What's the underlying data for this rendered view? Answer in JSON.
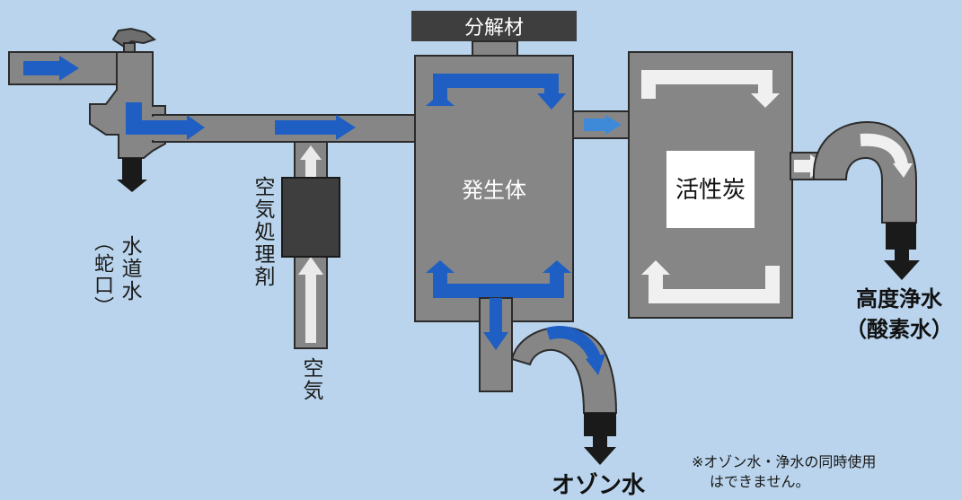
{
  "labels": {
    "decomposer": "分解材",
    "generator": "発生体",
    "carbon": "活性炭",
    "tap_water": "水道水",
    "tap_paren": "（蛇口）",
    "air_treatment": "空気処理剤",
    "air": "空気",
    "pure_water_line1": "高度浄水",
    "pure_water_line2": "（酸素水）",
    "ozone_water": "オゾン水",
    "note_line1": "※オゾン水・浄水の同時使用",
    "note_line2": "はできません。"
  },
  "colors": {
    "background": "#b9d4ec",
    "body_gray": "#868686",
    "dark_gray": "#3e3e3e",
    "outline": "#2b2b2b",
    "flow_blue": "#1f5fc4",
    "flow_light": "#eaeaea",
    "outlet_black": "#1a1a1a"
  }
}
